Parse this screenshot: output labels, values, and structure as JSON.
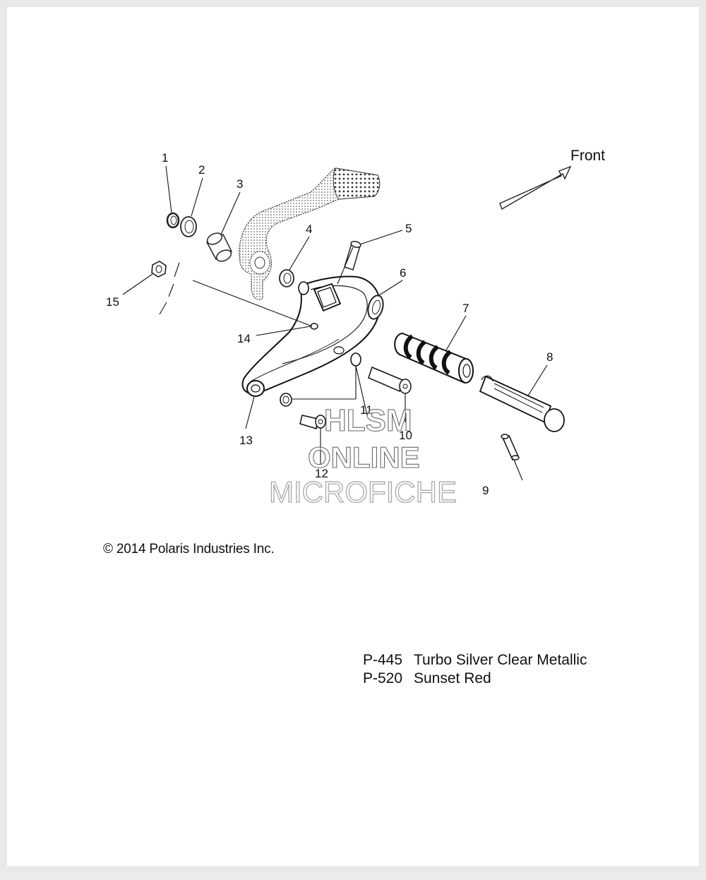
{
  "diagram": {
    "front_label": "Front",
    "callouts": [
      "1",
      "2",
      "3",
      "4",
      "5",
      "6",
      "7",
      "8",
      "9",
      "10",
      "11",
      "12",
      "13",
      "14",
      "15"
    ]
  },
  "watermark": {
    "line1": "HLSM",
    "line2": "ONLINE",
    "line3": "MICROFICHE"
  },
  "copyright": "© 2014 Polaris Industries Inc.",
  "paints": [
    {
      "code": "P-445",
      "name": "Turbo Silver Clear Metallic"
    },
    {
      "code": "P-520",
      "name": "Sunset Red"
    }
  ],
  "colors": {
    "line": "#1a1a1a",
    "background": "#ffffff",
    "frame": "#e9e9e9"
  }
}
